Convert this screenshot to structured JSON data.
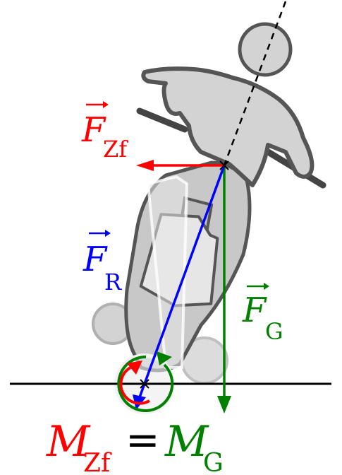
{
  "colors": {
    "centrifugal": "#ff0000",
    "resultant": "#0000ff",
    "gravity": "#008000",
    "outline": "#555555",
    "fill": "#d3d3d3",
    "ground": "#000000"
  },
  "labels": {
    "f_zf": {
      "symbol": "F",
      "sub": "Zf"
    },
    "f_r": {
      "symbol": "F",
      "sub": "R"
    },
    "f_g": {
      "symbol": "F",
      "sub": "G"
    },
    "moment_left": {
      "symbol": "M",
      "sub": "Zf"
    },
    "moment_eq": "=",
    "moment_right": {
      "symbol": "M",
      "sub": "G"
    }
  }
}
